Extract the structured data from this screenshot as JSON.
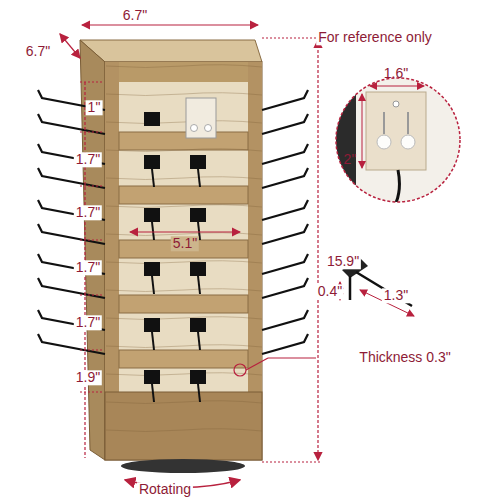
{
  "diagram": {
    "labels": [
      "6.7\"",
      "6.7\"",
      "For reference only",
      "1.6\"",
      "2\"",
      "1\"",
      "1.7\"",
      "5.1\"",
      "1.7\"",
      "1.7\"",
      "1.7\"",
      "15.9\"",
      "0.4\"",
      "1.3\"",
      "Thickness 0.3\"",
      "1.9\"",
      "Rotating"
    ]
  }
}
